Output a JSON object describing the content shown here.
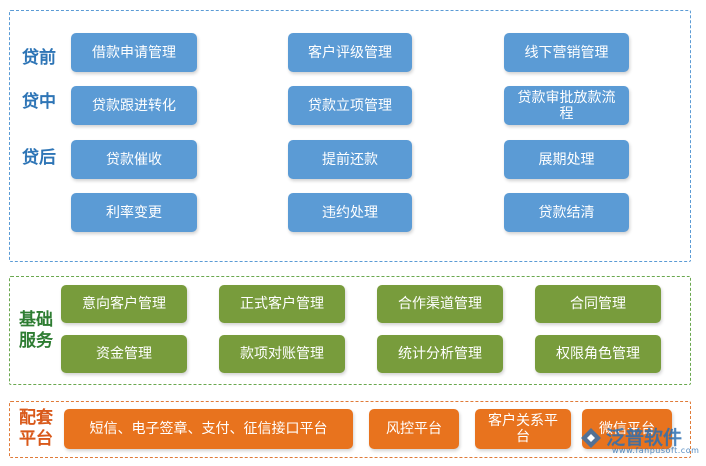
{
  "loan_section": {
    "labels": [
      "贷前",
      "贷中",
      "贷后"
    ],
    "rows": [
      [
        "借款申请管理",
        "客户评级管理",
        "线下营销管理"
      ],
      [
        "贷款跟进转化",
        "贷款立项管理",
        "贷款审批放款流程"
      ],
      [
        "贷款催收",
        "提前还款",
        "展期处理"
      ],
      [
        "利率变更",
        "违约处理",
        "贷款结清"
      ]
    ]
  },
  "basic_section": {
    "label": "基础服务",
    "rows": [
      [
        "意向客户管理",
        "正式客户管理",
        "合作渠道管理",
        "合同管理"
      ],
      [
        "资金管理",
        "款项对账管理",
        "统计分析管理",
        "权限角色管理"
      ]
    ]
  },
  "support_section": {
    "label": "配套平台",
    "items": [
      "短信、电子签章、支付、征信接口平台",
      "风控平台",
      "客户关系平台",
      "微信平台"
    ]
  },
  "watermark": {
    "text": "泛普软件",
    "url": "www.fanpusoft.com"
  },
  "colors": {
    "loan": "#5b9bd5",
    "basic": "#789c3c",
    "support": "#e8731e"
  }
}
